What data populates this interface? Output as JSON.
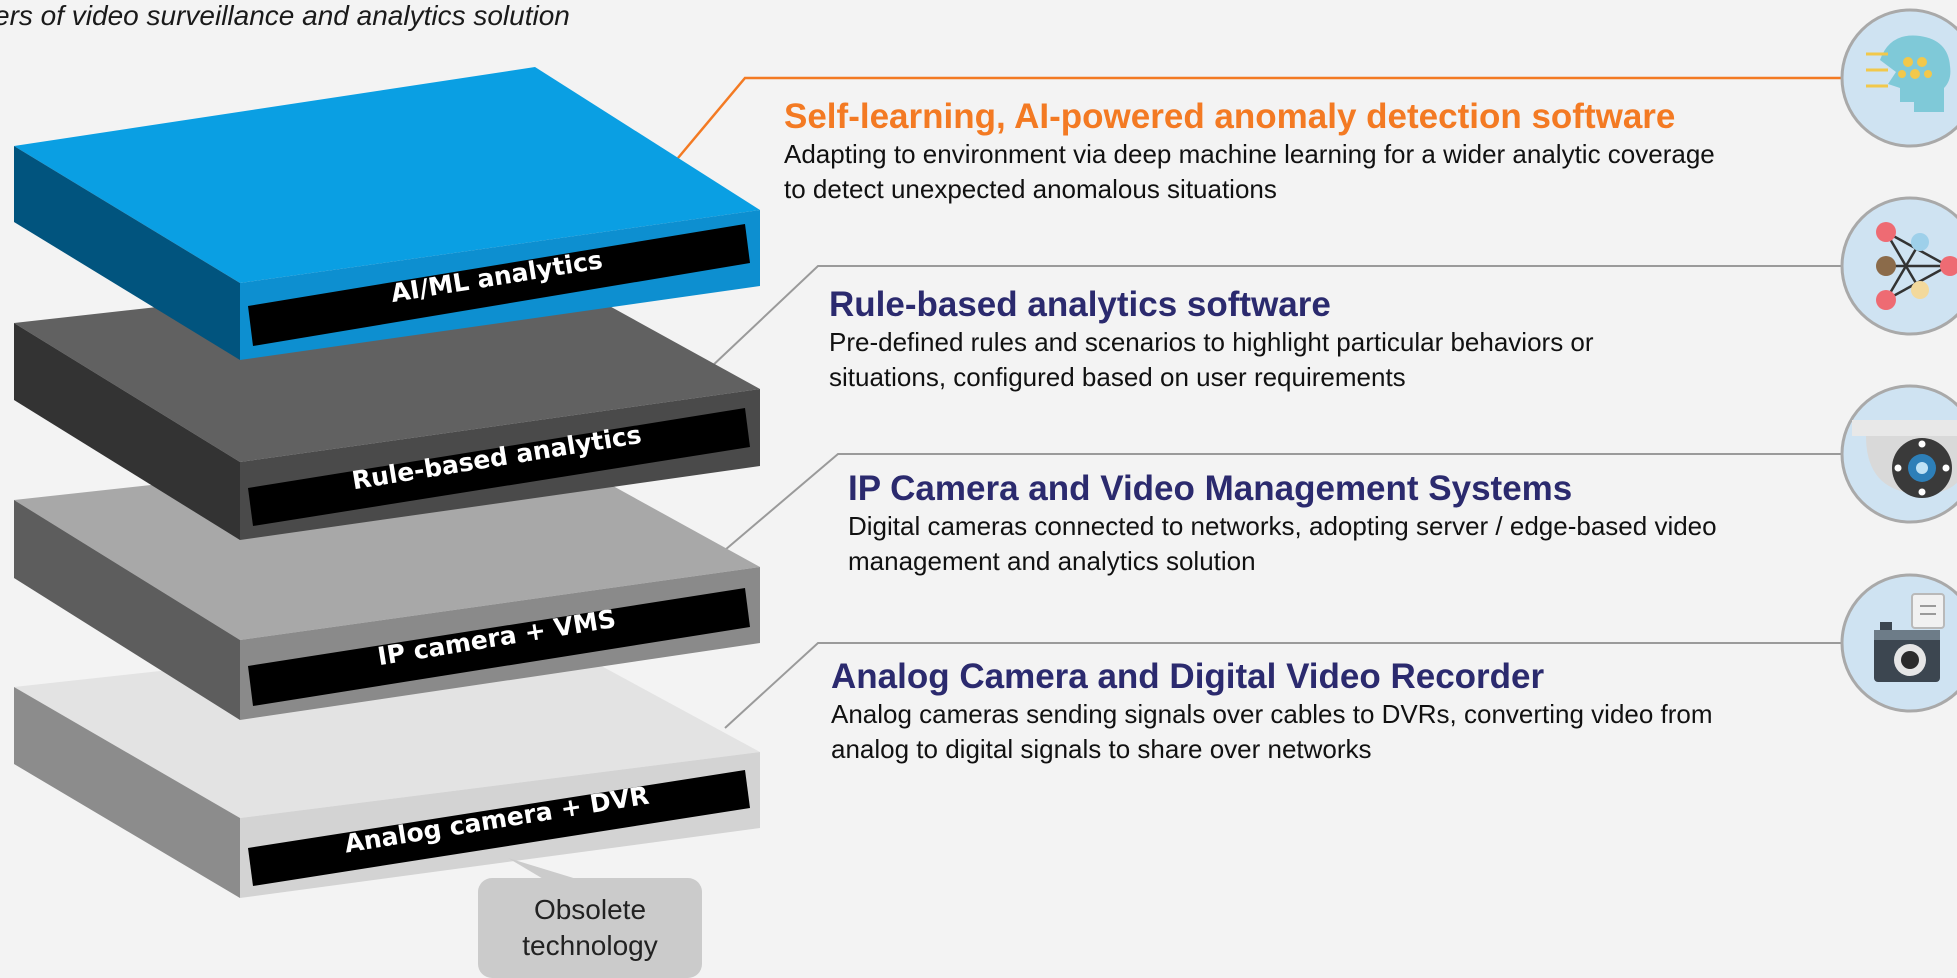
{
  "subtitle": "ers of video surveillance and analytics solution",
  "layers": [
    {
      "label": "AI/ML analytics",
      "color": "#0a9fe3"
    },
    {
      "label": "Rule-based analytics",
      "color": "#606060"
    },
    {
      "label": "IP camera + VMS",
      "color": "#a5a5a5"
    },
    {
      "label": "Analog camera + DVR",
      "color": "#e3e3e3"
    }
  ],
  "descriptions": [
    {
      "title": "Self-learning, AI-powered anomaly detection software",
      "line1": "Adapting to environment via deep machine learning for a wider analytic coverage",
      "line2": "to detect unexpected anomalous situations"
    },
    {
      "title": "Rule-based analytics software",
      "line1": "Pre-defined rules and scenarios to highlight particular behaviors or",
      "line2": "situations, configured based on user requirements"
    },
    {
      "title": "IP Camera and Video Management Systems",
      "line1": "Digital cameras connected to networks, adopting server / edge-based video",
      "line2": "management and analytics solution"
    },
    {
      "title": "Analog Camera and Digital Video Recorder",
      "line1": "Analog cameras sending signals over cables to DVRs, converting video from",
      "line2": "analog to digital signals to share over networks"
    }
  ],
  "obsolete": {
    "line1": "Obsolete",
    "line2": "technology"
  },
  "icons": [
    "ai-brain-icon",
    "neural-network-icon",
    "ip-dome-camera-icon",
    "analog-camera-icon"
  ],
  "colors": {
    "accent_orange": "#f37a23",
    "title_navy": "#2b2a6e",
    "icon_bg": "#cfe3f2"
  }
}
